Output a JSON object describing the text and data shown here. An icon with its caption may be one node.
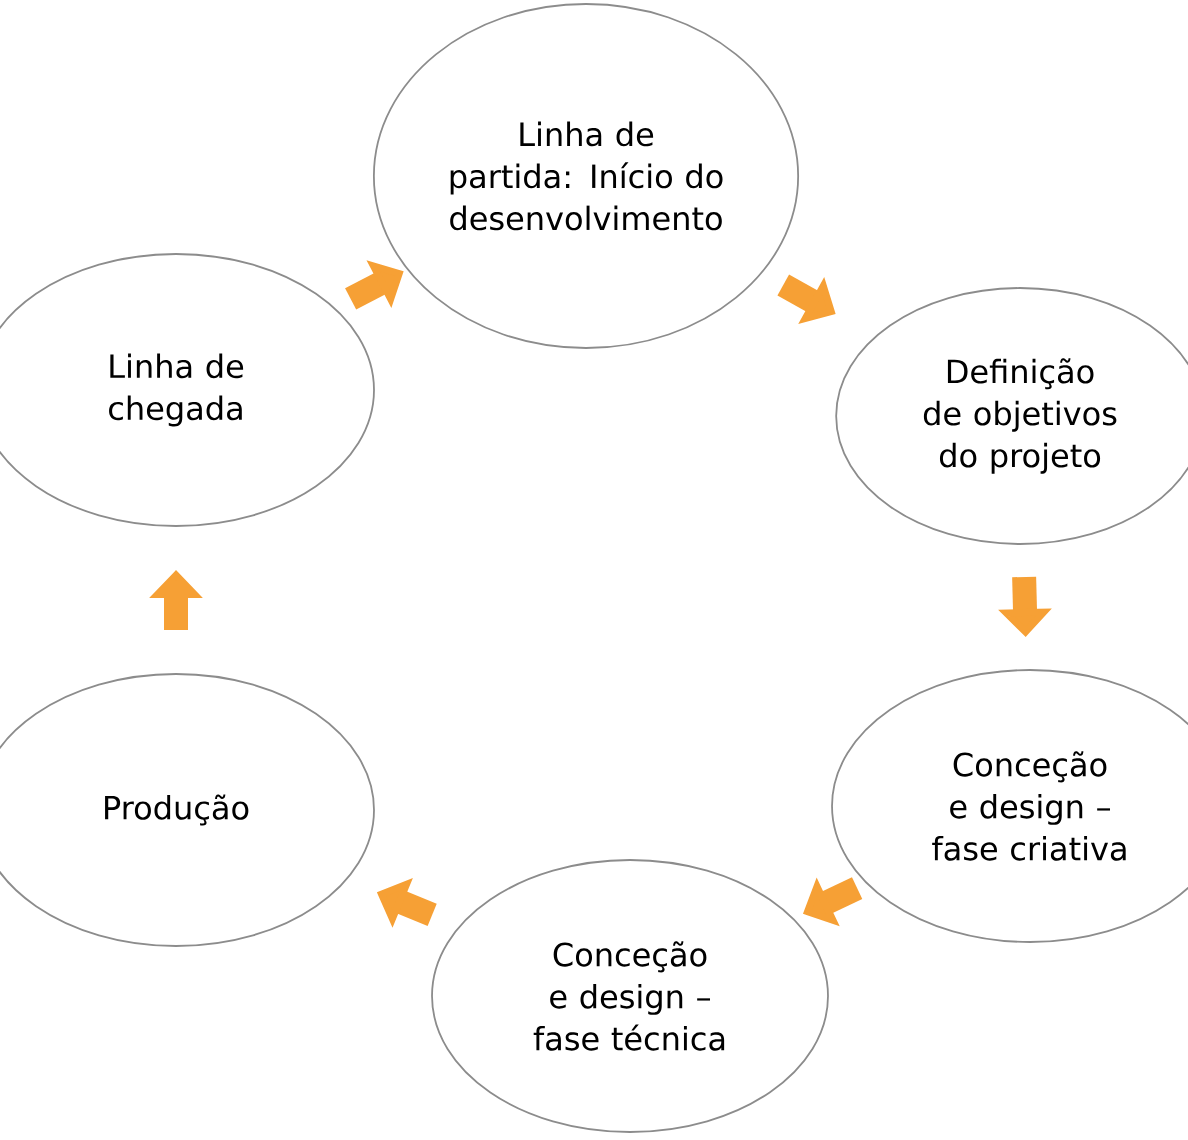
{
  "diagram": {
    "nodes": [
      {
        "text": [
          "Linha de partida: Início do desenvolvimento"
        ]
      },
      {
        "text": [
          "Definição de objetivos do projeto"
        ]
      },
      {
        "text": [
          "Conceção e design – fase criativa"
        ]
      },
      {
        "text": [
          "Conceção e design – fase técnica"
        ]
      },
      {
        "text": [
          "Produção"
        ]
      },
      {
        "text": [
          "Linha de chegada"
        ]
      }
    ],
    "edges": [
      {
        "from": 0,
        "to": 1,
        "arrow": "to"
      },
      {
        "from": 1,
        "to": 2,
        "arrow": "to"
      },
      {
        "from": 2,
        "to": 3,
        "arrow": "to"
      },
      {
        "from": 3,
        "to": 4,
        "arrow": "to"
      },
      {
        "from": 4,
        "to": 5,
        "arrow": "to"
      },
      {
        "from": 5,
        "to": 0,
        "arrow": "to"
      }
    ]
  }
}
